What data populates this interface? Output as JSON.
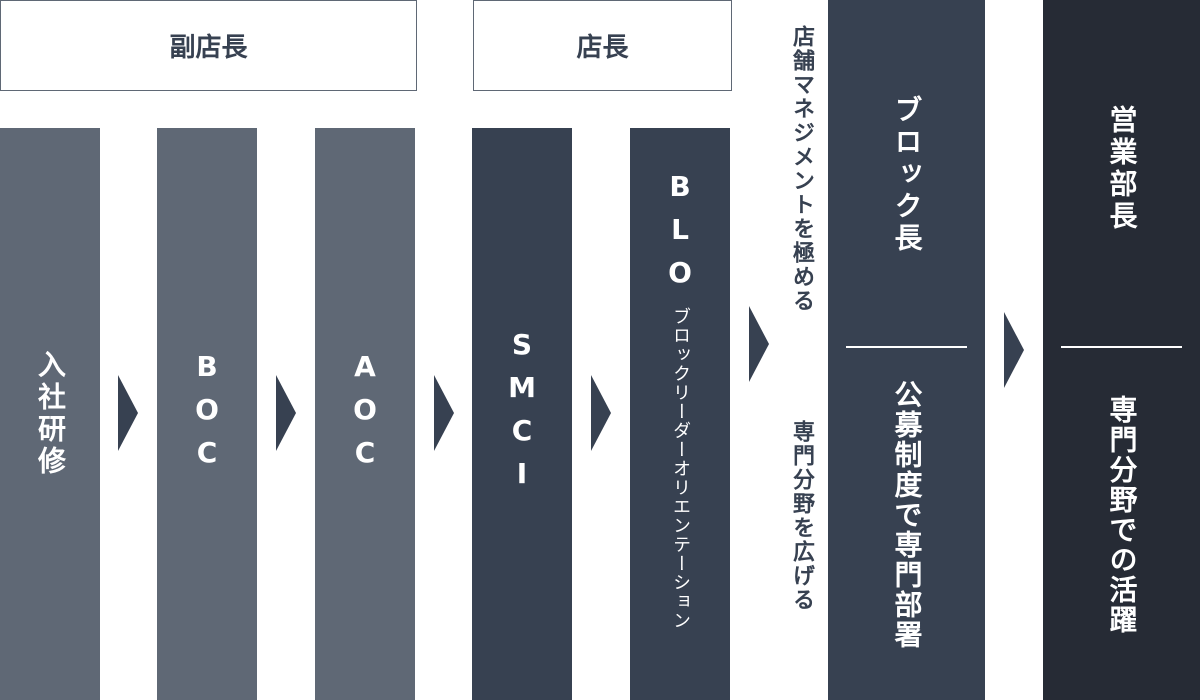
{
  "headers": {
    "vice_manager": "副店長",
    "manager": "店長"
  },
  "stages": [
    {
      "label": "入社研修"
    },
    {
      "label": "BOC"
    },
    {
      "label": "AOC"
    },
    {
      "label": "SMCI"
    },
    {
      "label": "BLO",
      "sub": "ブロックリーダーオリエンテーション"
    }
  ],
  "paths": {
    "mastery": "店舗マネジメントを極める",
    "expand": "専門分野を広げる"
  },
  "block": {
    "top": "ブロック長",
    "bottom": "公募制度で専門部署"
  },
  "sales": {
    "top": "営業部長",
    "bottom": "専門分野での活躍"
  },
  "colors": {
    "light": "#5f6875",
    "dark": "#374151",
    "darkest": "#262b35"
  }
}
